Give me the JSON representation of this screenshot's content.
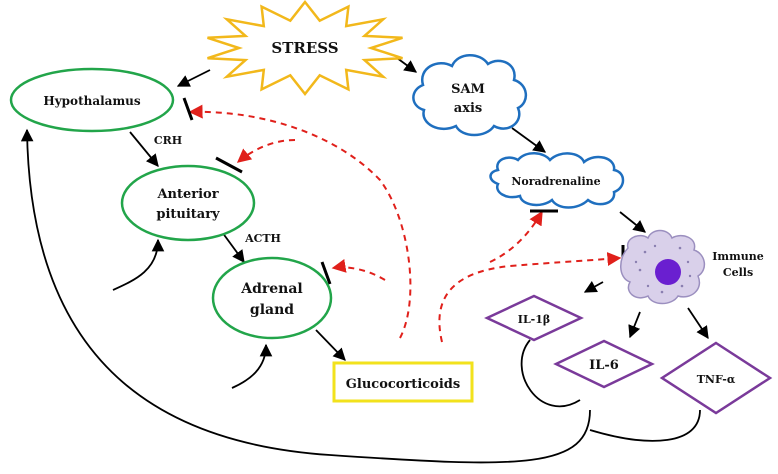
{
  "nodes": {
    "stress": "STRESS",
    "hypothalamus": "Hypothalamus",
    "anterior_pituitary": [
      "Anterior",
      "pituitary"
    ],
    "adrenal_gland": [
      "Adrenal",
      "gland"
    ],
    "glucocorticoids": "Glucocorticoids",
    "sam_axis": [
      "SAM",
      "axis"
    ],
    "noradrenaline": "Noradrenaline",
    "immune_cells": [
      "Immune",
      "Cells"
    ],
    "il1b": "IL-1β",
    "il6": "IL-6",
    "tnfa": "TNF-α"
  },
  "edge_labels": {
    "crh": "CRH",
    "acth": "ACTH"
  },
  "colors": {
    "hpa_node": "#22a54a",
    "glucocorticoid_box": "#f2e21c",
    "sam_cloud": "#1f6fbf",
    "cytokine": "#7a3a9a",
    "stress_burst": "#f2b81b",
    "inhibition": "#e0201b",
    "cell_body": "#d9d0ea",
    "nucleus": "#6a1fd0"
  }
}
